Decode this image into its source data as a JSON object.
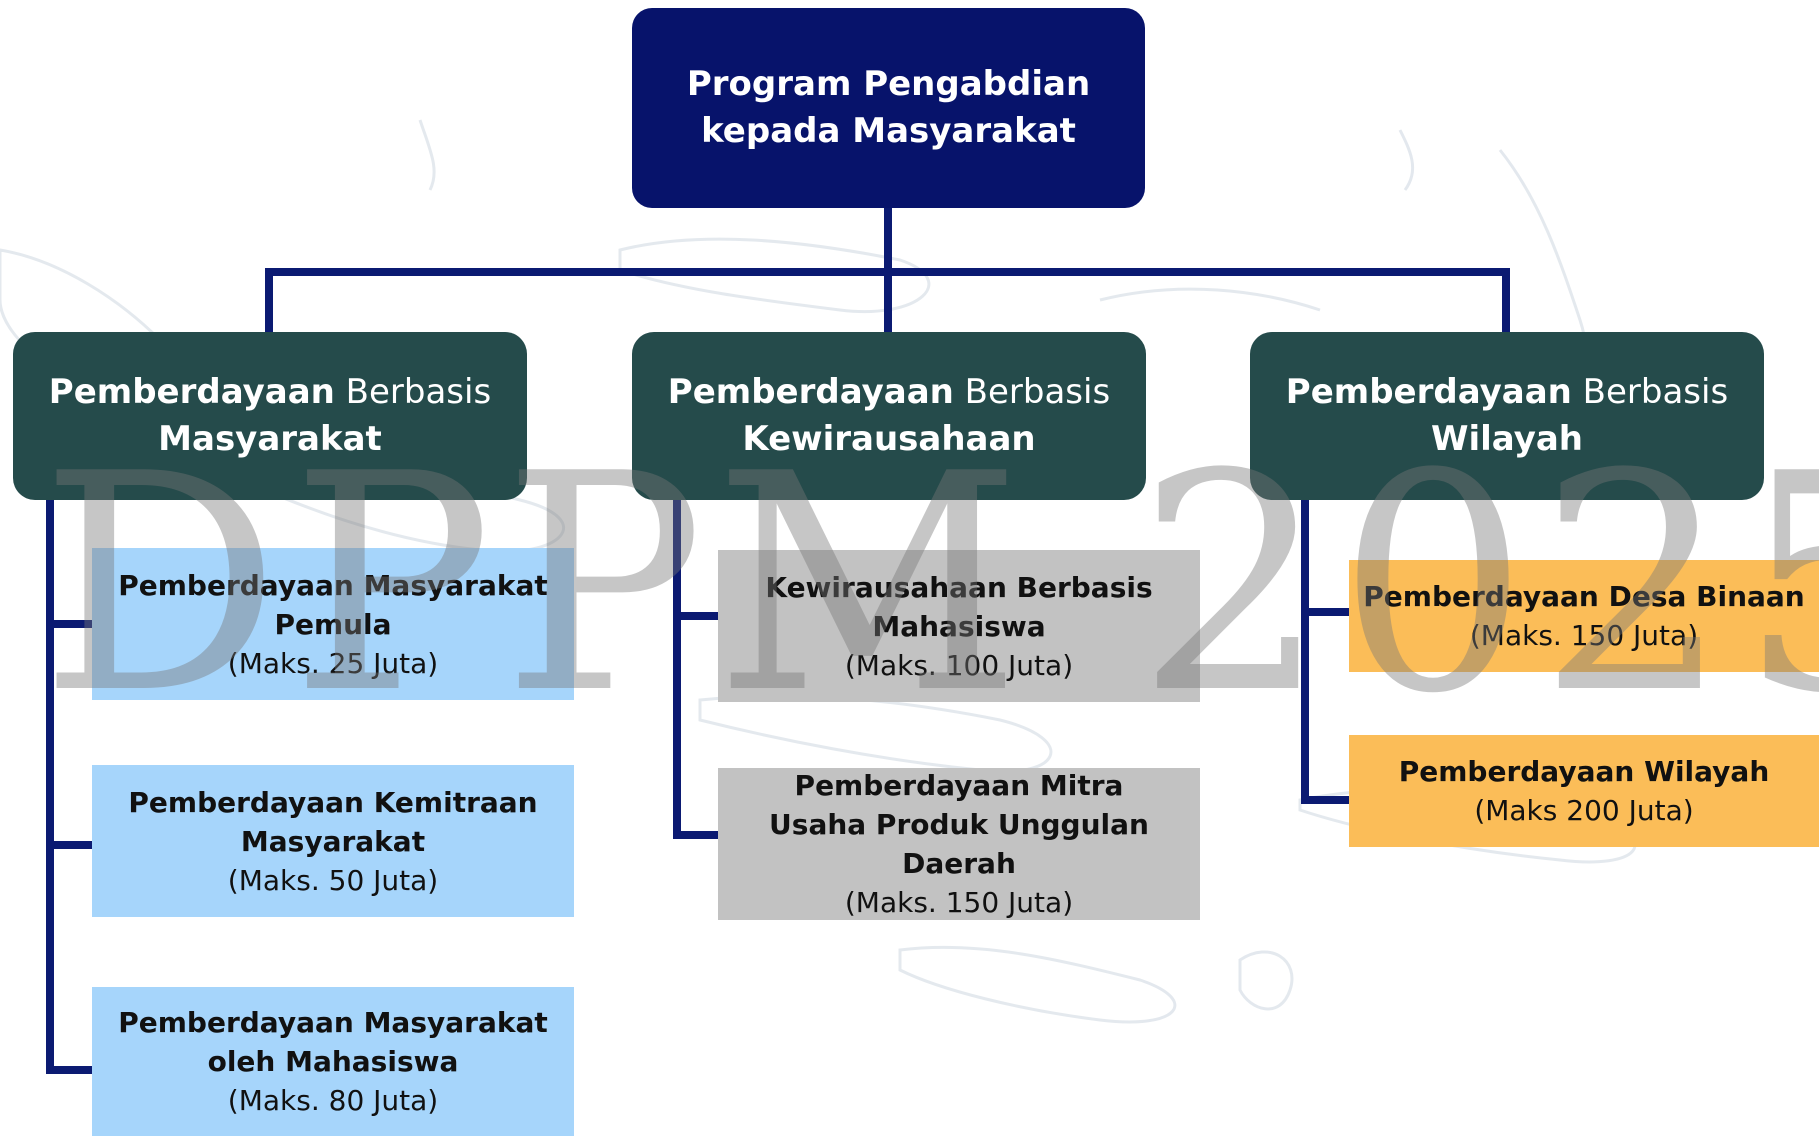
{
  "root": {
    "line1": "Program Pengabdian",
    "line2": "kepada Masyarakat"
  },
  "categories": [
    {
      "bold": "Pemberdayaan",
      "normal": "Berbasis",
      "line2": "Masyarakat",
      "items": [
        {
          "title": "Pemberdayaan Masyarakat Pemula",
          "max": "(Maks. 25 Juta)"
        },
        {
          "title": "Pemberdayaan Kemitraan Masyarakat",
          "max": "(Maks. 50 Juta)"
        },
        {
          "title": "Pemberdayaan Masyarakat oleh Mahasiswa",
          "max": "(Maks. 80 Juta)"
        }
      ]
    },
    {
      "bold": "Pemberdayaan",
      "normal": "Berbasis",
      "line2": "Kewirausahaan",
      "items": [
        {
          "title": "Kewirausahaan Berbasis Mahasiswa",
          "max": "(Maks. 100 Juta)"
        },
        {
          "title": "Pemberdayaan Mitra Usaha Produk Unggulan Daerah",
          "max": "(Maks. 150 Juta)"
        }
      ]
    },
    {
      "bold": "Pemberdayaan",
      "normal": "Berbasis",
      "line2": "Wilayah",
      "items": [
        {
          "title": "Pemberdayaan Desa Binaan",
          "max": "(Maks. 150 Juta)"
        },
        {
          "title": "Pemberdayaan Wilayah",
          "max": "(Maks 200 Juta)"
        }
      ]
    }
  ],
  "watermark": "DPPM 2025",
  "colors": {
    "root": "#07136b",
    "category": "#254b4b",
    "connector": "#0b1a72",
    "blue": "#a6d5fb",
    "gray": "#c2c2c2",
    "orange": "#fbbd58"
  }
}
